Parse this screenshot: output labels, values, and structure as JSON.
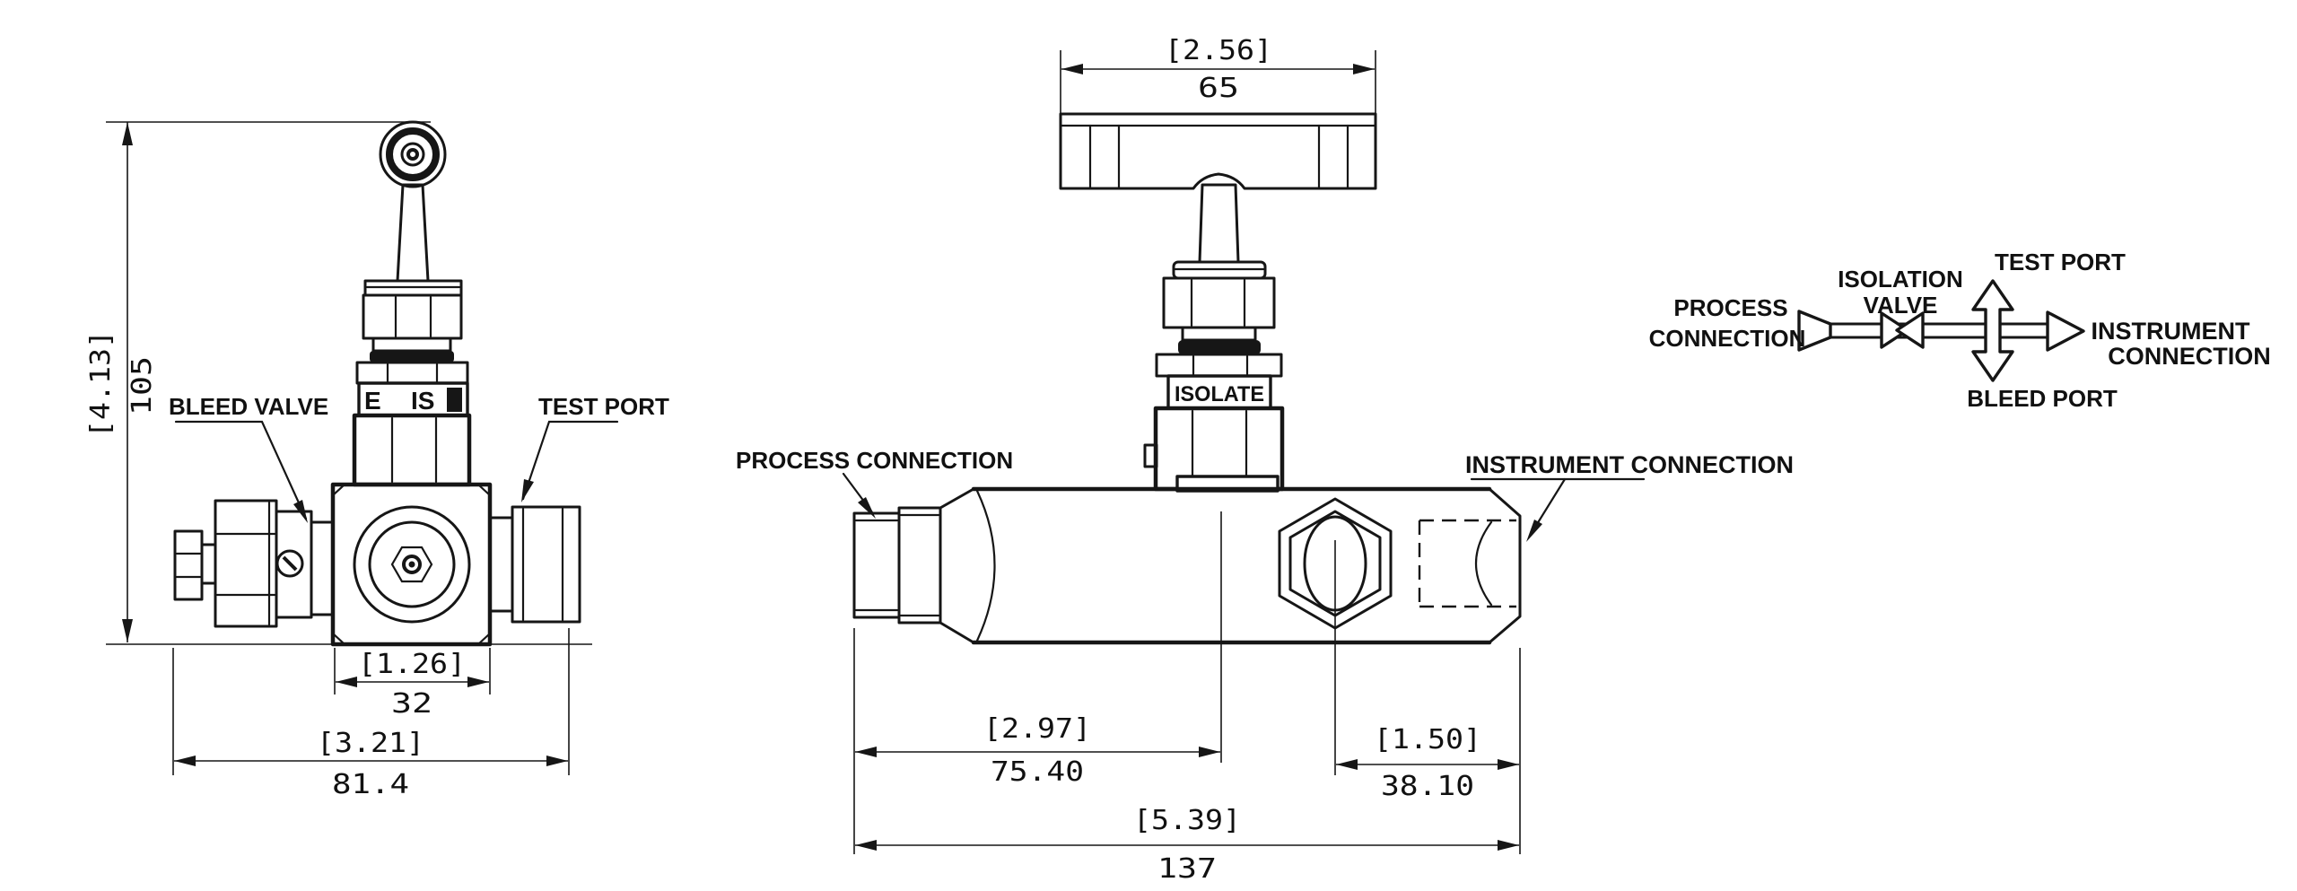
{
  "drawing": {
    "line_color": "#161616",
    "background": "#ffffff"
  },
  "front_view": {
    "callouts": {
      "bleed_valve": "BLEED VALVE",
      "test_port": "TEST PORT"
    },
    "bonnet_band_fragments": {
      "left": "E",
      "right": "IS"
    },
    "dims": {
      "height_in": "[4.13]",
      "height_mm": "105",
      "body_width_in": "[1.26]",
      "body_width_mm": "32",
      "overall_width_in": "[3.21]",
      "overall_width_mm": "81.4"
    }
  },
  "side_view": {
    "bonnet_label": "ISOLATE",
    "callouts": {
      "process": "PROCESS CONNECTION",
      "instrument": "INSTRUMENT CONNECTION"
    },
    "dims": {
      "handle_in": "[2.56]",
      "handle_mm": "65",
      "process_to_stem_in": "[2.97]",
      "process_to_stem_mm": "75.40",
      "stem_to_end_in": "[1.50]",
      "stem_to_end_mm": "38.10",
      "overall_in": "[5.39]",
      "overall_mm": "137"
    }
  },
  "schematic": {
    "process_line1": "PROCESS",
    "process_line2": "CONNECTION",
    "isolation_line1": "ISOLATION",
    "isolation_line2": "VALVE",
    "test_port": "TEST PORT",
    "bleed_port": "BLEED PORT",
    "instrument_line1": "INSTRUMENT",
    "instrument_line2": "CONNECTION"
  }
}
